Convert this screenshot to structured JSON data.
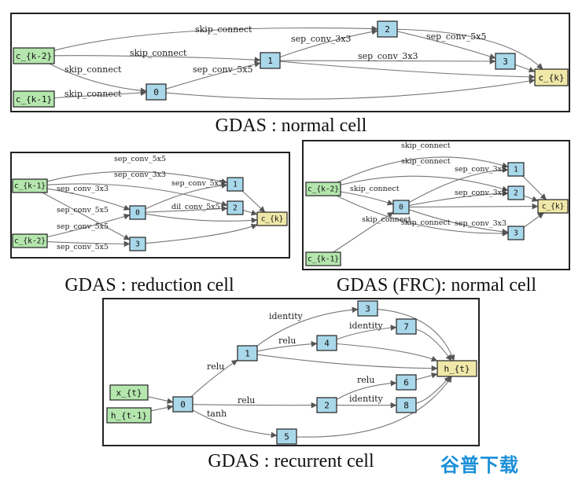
{
  "captions": {
    "normal": "GDAS : normal cell",
    "reduction": "GDAS : reduction cell",
    "frc": "GDAS (FRC): normal cell",
    "recurrent": "GDAS : recurrent cell"
  },
  "watermark": "谷普下载",
  "colors": {
    "input": "#b4e6ad",
    "op": "#a9d8ea",
    "output": "#f0e8a8"
  },
  "diagrams": [
    {
      "id": "normal",
      "nodes": [
        {
          "id": "ck2",
          "label": "c_{k-2}",
          "kind": "input"
        },
        {
          "id": "ck1",
          "label": "c_{k-1}",
          "kind": "input"
        },
        {
          "id": "n0",
          "label": "0",
          "kind": "op"
        },
        {
          "id": "n1",
          "label": "1",
          "kind": "op"
        },
        {
          "id": "n2",
          "label": "2",
          "kind": "op"
        },
        {
          "id": "n3",
          "label": "3",
          "kind": "op"
        },
        {
          "id": "ck",
          "label": "c_{k}",
          "kind": "output"
        }
      ],
      "edges": [
        {
          "from": "ck2",
          "to": "n2",
          "label": "skip_connect"
        },
        {
          "from": "ck2",
          "to": "n1",
          "label": "skip_connect"
        },
        {
          "from": "ck2",
          "to": "n0",
          "label": "skip_connect"
        },
        {
          "from": "ck1",
          "to": "n0",
          "label": "skip_connect"
        },
        {
          "from": "n0",
          "to": "n1",
          "label": "sep_conv_5x5"
        },
        {
          "from": "n1",
          "to": "n2",
          "label": "sep_conv_3x3"
        },
        {
          "from": "n1",
          "to": "n3",
          "label": "sep_conv_3x3"
        },
        {
          "from": "n2",
          "to": "n3",
          "label": "sep_conv_5x5"
        },
        {
          "from": "n2",
          "to": "ck",
          "label": ""
        },
        {
          "from": "n3",
          "to": "ck",
          "label": ""
        },
        {
          "from": "n1",
          "to": "ck",
          "label": ""
        },
        {
          "from": "n0",
          "to": "ck",
          "label": ""
        }
      ]
    },
    {
      "id": "reduction",
      "nodes": [
        {
          "id": "ck1",
          "label": "c_{k-1}",
          "kind": "input"
        },
        {
          "id": "ck2",
          "label": "c_{k-2}",
          "kind": "input"
        },
        {
          "id": "n0",
          "label": "0",
          "kind": "op"
        },
        {
          "id": "n1",
          "label": "1",
          "kind": "op"
        },
        {
          "id": "n2",
          "label": "2",
          "kind": "op"
        },
        {
          "id": "n3",
          "label": "3",
          "kind": "op"
        },
        {
          "id": "ck",
          "label": "c_{k}",
          "kind": "output"
        }
      ],
      "edges": [
        {
          "from": "ck1",
          "to": "n1",
          "label": "sep_conv_5x5"
        },
        {
          "from": "ck1",
          "to": "n2",
          "label": "sep_conv_3x3"
        },
        {
          "from": "ck1",
          "to": "n0",
          "label": "sep_conv_3x3"
        },
        {
          "from": "ck1",
          "to": "n3",
          "label": "sep_conv_5x5"
        },
        {
          "from": "ck2",
          "to": "n0",
          "label": "sep_conv_5x5"
        },
        {
          "from": "ck2",
          "to": "n3",
          "label": "sep_conv_5x5"
        },
        {
          "from": "n0",
          "to": "n1",
          "label": "sep_conv_5x5"
        },
        {
          "from": "n0",
          "to": "n2",
          "label": "dil_conv_5x5"
        },
        {
          "from": "n1",
          "to": "ck",
          "label": ""
        },
        {
          "from": "n2",
          "to": "ck",
          "label": ""
        },
        {
          "from": "n3",
          "to": "ck",
          "label": ""
        },
        {
          "from": "n0",
          "to": "ck",
          "label": ""
        }
      ]
    },
    {
      "id": "frc",
      "nodes": [
        {
          "id": "ck2",
          "label": "c_{k-2}",
          "kind": "input"
        },
        {
          "id": "ck1",
          "label": "c_{k-1}",
          "kind": "input"
        },
        {
          "id": "n0",
          "label": "0",
          "kind": "op"
        },
        {
          "id": "n1",
          "label": "1",
          "kind": "op"
        },
        {
          "id": "n2",
          "label": "2",
          "kind": "op"
        },
        {
          "id": "n3",
          "label": "3",
          "kind": "op"
        },
        {
          "id": "ck",
          "label": "c_{k}",
          "kind": "output"
        }
      ],
      "edges": [
        {
          "from": "ck2",
          "to": "n1",
          "label": "skip_connect"
        },
        {
          "from": "ck2",
          "to": "n2",
          "label": "skip_connect"
        },
        {
          "from": "ck2",
          "to": "n0",
          "label": "skip_connect"
        },
        {
          "from": "ck1",
          "to": "n0",
          "label": "skip_connect"
        },
        {
          "from": "ck2",
          "to": "n3",
          "label": "skip_connect"
        },
        {
          "from": "n0",
          "to": "n1",
          "label": "sep_conv_3x3"
        },
        {
          "from": "n0",
          "to": "n2",
          "label": "sep_conv_3x3"
        },
        {
          "from": "n0",
          "to": "n3",
          "label": "sep_conv_3x3"
        },
        {
          "from": "n1",
          "to": "ck",
          "label": ""
        },
        {
          "from": "n2",
          "to": "ck",
          "label": ""
        },
        {
          "from": "n3",
          "to": "ck",
          "label": ""
        },
        {
          "from": "n0",
          "to": "ck",
          "label": ""
        }
      ]
    },
    {
      "id": "recurrent",
      "nodes": [
        {
          "id": "xt",
          "label": "x_{t}",
          "kind": "input"
        },
        {
          "id": "ht1",
          "label": "h_{t-1}",
          "kind": "input"
        },
        {
          "id": "n0",
          "label": "0",
          "kind": "op"
        },
        {
          "id": "n1",
          "label": "1",
          "kind": "op"
        },
        {
          "id": "n2",
          "label": "2",
          "kind": "op"
        },
        {
          "id": "n3",
          "label": "3",
          "kind": "op"
        },
        {
          "id": "n4",
          "label": "4",
          "kind": "op"
        },
        {
          "id": "n5",
          "label": "5",
          "kind": "op"
        },
        {
          "id": "n6",
          "label": "6",
          "kind": "op"
        },
        {
          "id": "n7",
          "label": "7",
          "kind": "op"
        },
        {
          "id": "n8",
          "label": "8",
          "kind": "op"
        },
        {
          "id": "ht",
          "label": "h_{t}",
          "kind": "output"
        }
      ],
      "edges": [
        {
          "from": "xt",
          "to": "n0",
          "label": ""
        },
        {
          "from": "ht1",
          "to": "n0",
          "label": ""
        },
        {
          "from": "n0",
          "to": "n1",
          "label": "relu"
        },
        {
          "from": "n0",
          "to": "n2",
          "label": "relu"
        },
        {
          "from": "n0",
          "to": "n5",
          "label": "tanh"
        },
        {
          "from": "n1",
          "to": "n3",
          "label": "identity"
        },
        {
          "from": "n1",
          "to": "n4",
          "label": "relu"
        },
        {
          "from": "n4",
          "to": "n7",
          "label": "identity"
        },
        {
          "from": "n2",
          "to": "n6",
          "label": "relu"
        },
        {
          "from": "n2",
          "to": "n8",
          "label": "identity"
        },
        {
          "from": "n3",
          "to": "ht",
          "label": ""
        },
        {
          "from": "n7",
          "to": "ht",
          "label": ""
        },
        {
          "from": "n4",
          "to": "ht",
          "label": ""
        },
        {
          "from": "n1",
          "to": "ht",
          "label": ""
        },
        {
          "from": "n6",
          "to": "ht",
          "label": ""
        },
        {
          "from": "n8",
          "to": "ht",
          "label": ""
        },
        {
          "from": "n5",
          "to": "ht",
          "label": ""
        }
      ]
    }
  ]
}
